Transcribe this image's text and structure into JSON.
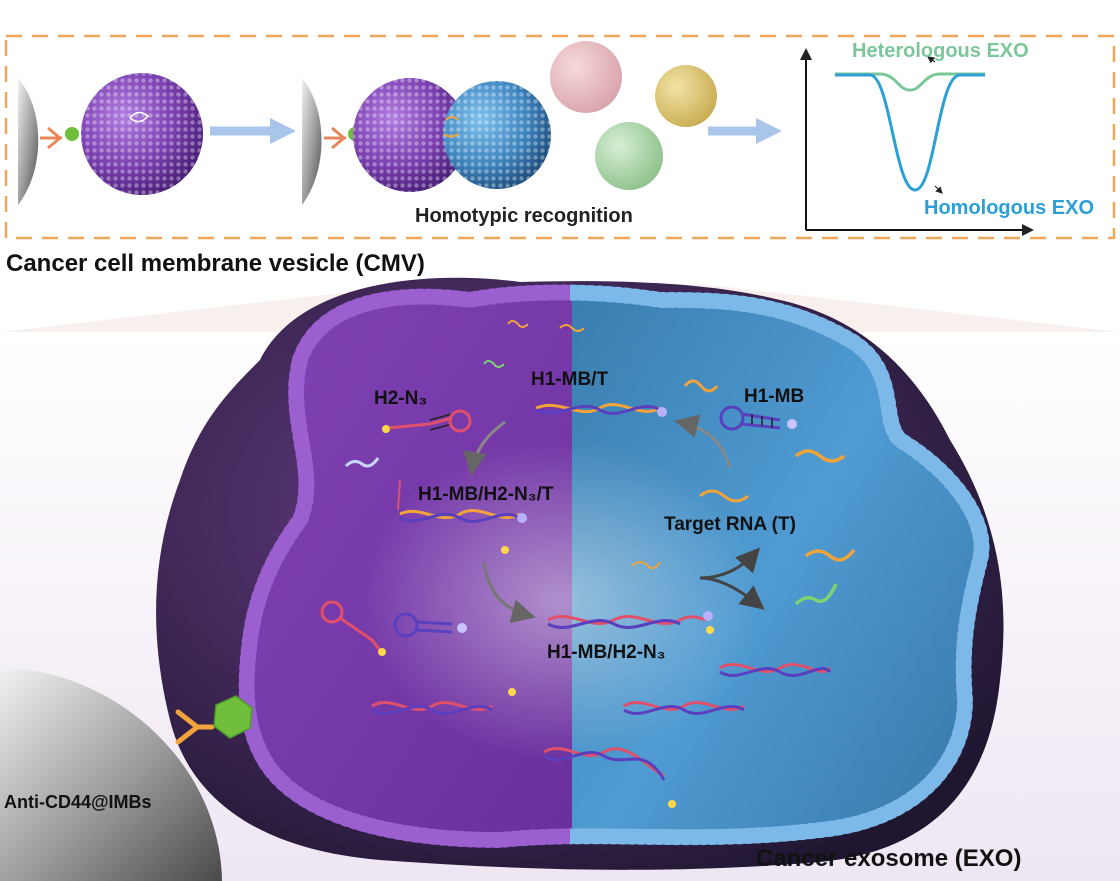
{
  "top_panel": {
    "homotypic_label": "Homotypic recognition",
    "heterologous_label": "Heterologous EXO",
    "homologous_label": "Homologous EXO",
    "caption": "Cancer cell membrane vesicle (CMV)"
  },
  "main_panel": {
    "h2_n3": "H2-N₃",
    "h1_mb_t": "H1-MB/T",
    "h1_mb": "H1-MB",
    "h1_mb_h2_n3_t": "H1-MB/H2-N₃/T",
    "target_rna": "Target RNA (T)",
    "h1_mb_h2_n3": "H1-MB/H2-N₃",
    "anti_cd44": "Anti-CD44@IMBs",
    "cancer_exosome": "Cancer exosome (EXO)"
  },
  "colors": {
    "vesicle_purple": "#7a3fb0",
    "exosome_blue": "#3f86c0",
    "heterologous_green": "#7cc79a",
    "homologous_blue": "#2b9fd6",
    "arrow_light_blue": "#a9c6ea",
    "orange_dashed_border": "#f0a85a",
    "rna_orange": "#f2a33a",
    "cd44_green": "#6fbe3c"
  }
}
